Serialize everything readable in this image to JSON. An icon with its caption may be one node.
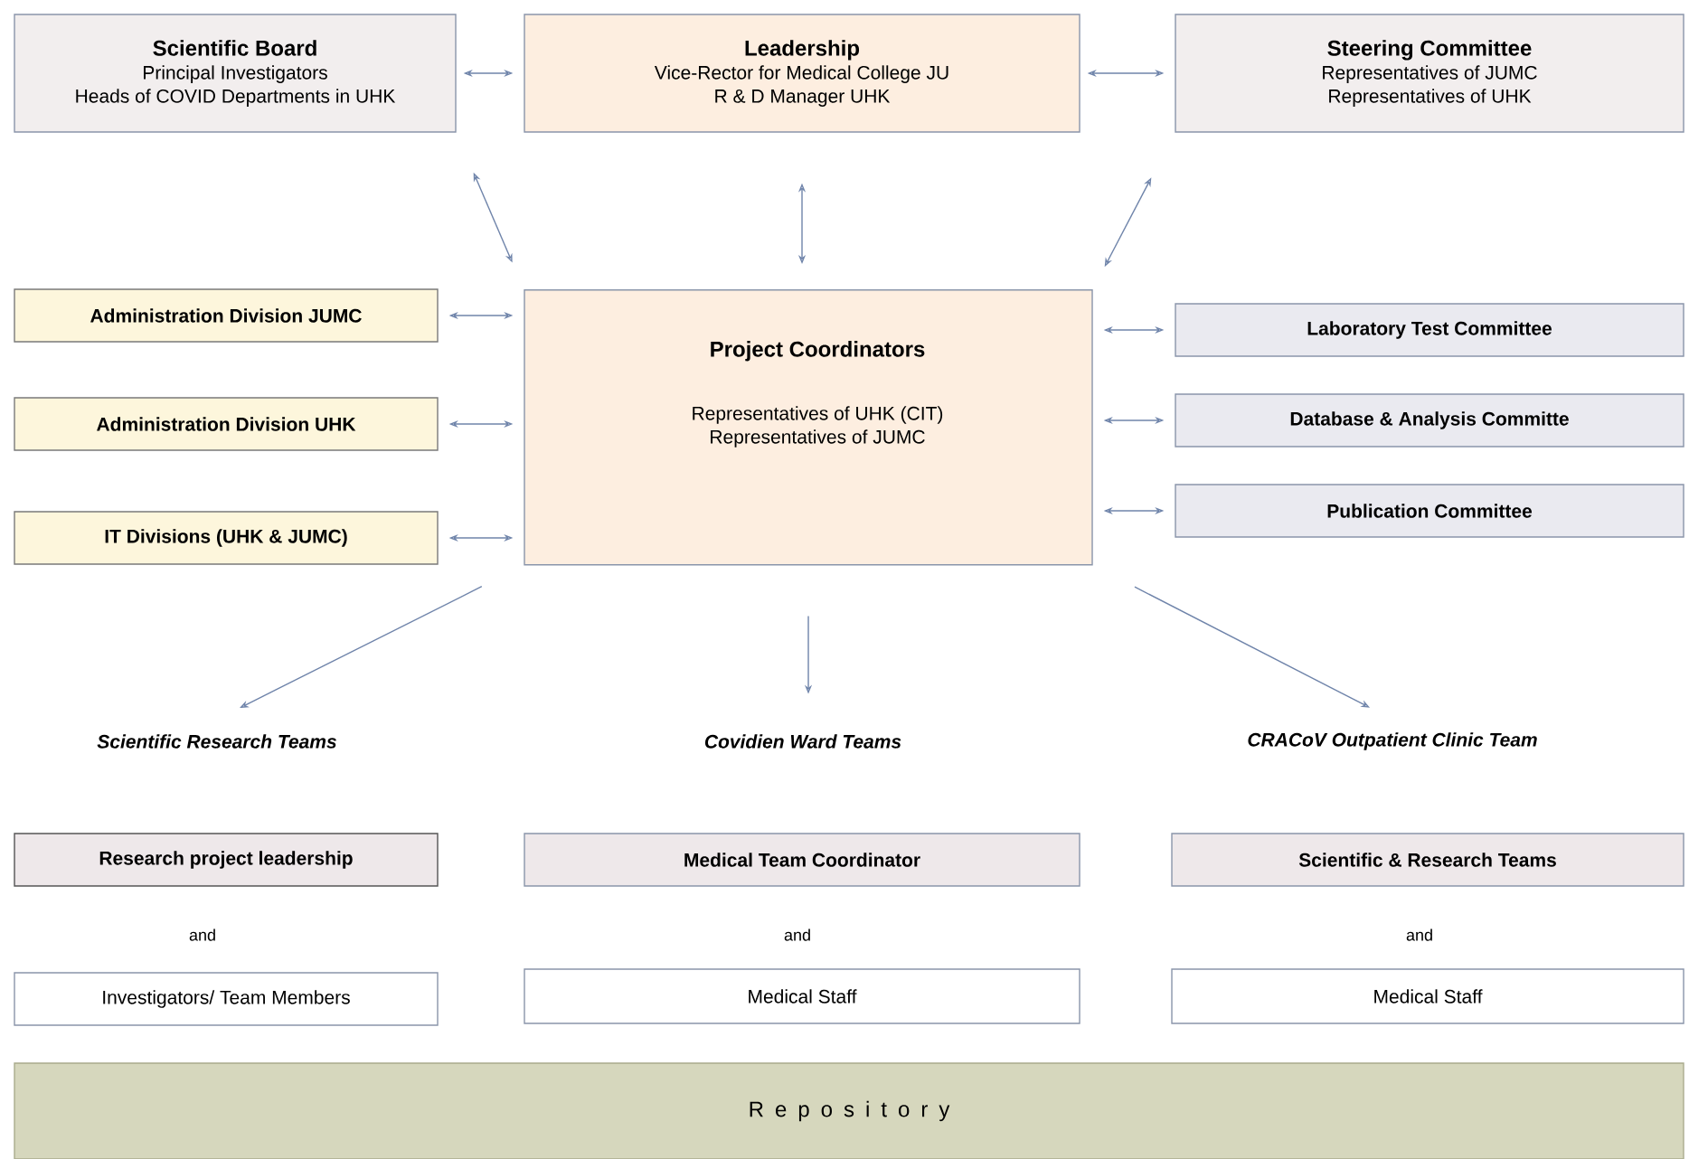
{
  "diagram": {
    "nodes": [
      {
        "text": [
          "Scientific Board",
          "Principal Investigators",
          "Heads of COVID Departments in UHK"
        ]
      },
      {
        "text": [
          "Leadership",
          "Vice-Rector for Medical College JU",
          "R & D Manager UHK"
        ]
      },
      {
        "text": [
          "Steering Committee",
          "Representatives of JUMC",
          "Representatives of UHK"
        ]
      },
      {
        "text": [
          "Administration Division JUMC"
        ]
      },
      {
        "text": [
          "Administration Division UHK"
        ]
      },
      {
        "text": [
          "IT Divisions (UHK & JUMC)"
        ]
      },
      {
        "text": [
          "Project Coordinators",
          "Representatives of UHK (CIT)",
          "Representatives of JUMC"
        ]
      },
      {
        "text": [
          "Laboratory Test Committee"
        ]
      },
      {
        "text": [
          "Database & Analysis Committe"
        ]
      },
      {
        "text": [
          "Publication Committee"
        ]
      },
      {
        "text": [
          "Scientific Research Teams"
        ]
      },
      {
        "text": [
          "Covidien Ward Teams"
        ]
      },
      {
        "text": [
          "CRACoV Outpatient Clinic Team"
        ]
      },
      {
        "text": [
          "Research project leadership"
        ]
      },
      {
        "text": [
          "Medical Team Coordinator"
        ]
      },
      {
        "text": [
          "Scientific & Research Teams"
        ]
      },
      {
        "text": [
          "Investigators/ Team Members"
        ]
      },
      {
        "text": [
          "Medical Staff"
        ]
      },
      {
        "text": [
          "Medical Staff"
        ]
      },
      {
        "text": [
          "R e p o s i t o r y"
        ]
      }
    ],
    "edges": [
      {
        "from": 0,
        "to": 1,
        "arrow": "both"
      },
      {
        "from": 1,
        "to": 2,
        "arrow": "both"
      },
      {
        "from": 0,
        "to": 6,
        "arrow": "both"
      },
      {
        "from": 1,
        "to": 6,
        "arrow": "both"
      },
      {
        "from": 2,
        "to": 6,
        "arrow": "both"
      },
      {
        "from": 3,
        "to": 6,
        "arrow": "both"
      },
      {
        "from": 4,
        "to": 6,
        "arrow": "both"
      },
      {
        "from": 5,
        "to": 6,
        "arrow": "both"
      },
      {
        "from": 6,
        "to": 7,
        "arrow": "both"
      },
      {
        "from": 6,
        "to": 8,
        "arrow": "both"
      },
      {
        "from": 6,
        "to": 9,
        "arrow": "both"
      },
      {
        "from": 6,
        "to": 10,
        "arrow": "to"
      },
      {
        "from": 6,
        "to": 11,
        "arrow": "to"
      },
      {
        "from": 6,
        "to": 12,
        "arrow": "to"
      }
    ],
    "labels": [
      "and",
      "and",
      "and"
    ]
  }
}
